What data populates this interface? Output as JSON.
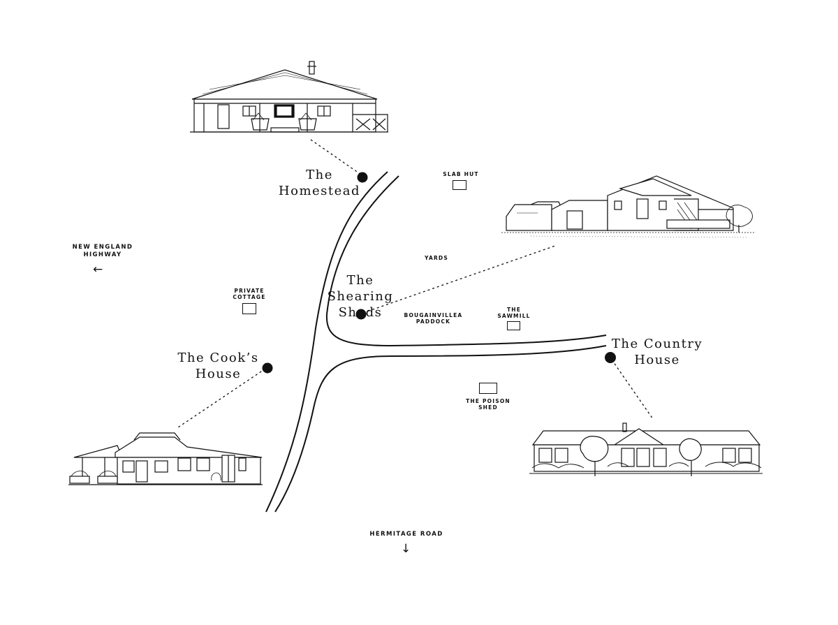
{
  "locations": {
    "homestead": {
      "line1": "The",
      "line2": "Homestead"
    },
    "shearing_sheds": {
      "line1": "The Shearing",
      "line2": "Sheds"
    },
    "cooks_house": {
      "line1": "The Cook’s",
      "line2": "House"
    },
    "country_house": {
      "line1": "The Country",
      "line2": "House"
    }
  },
  "minor_labels": {
    "slab_hut": "SLAB HUT",
    "yards": "YARDS",
    "private_cottage": {
      "line1": "PRIVATE",
      "line2": "COTTAGE"
    },
    "bougainvillea_paddock": {
      "line1": "BOUGAINVILLEA",
      "line2": "PADDOCK"
    },
    "sawmill": {
      "line1": "THE",
      "line2": "SAWMILL"
    },
    "poison_shed": {
      "line1": "THE POISON",
      "line2": "SHED"
    }
  },
  "roads": {
    "new_england_highway": {
      "line1": "NEW ENGLAND",
      "line2": "HIGHWAY",
      "arrow": "←"
    },
    "hermitage_road": {
      "label": "HERMITAGE ROAD",
      "arrow": "↓"
    }
  },
  "colors": {
    "ink": "#111111",
    "background": "#ffffff"
  }
}
